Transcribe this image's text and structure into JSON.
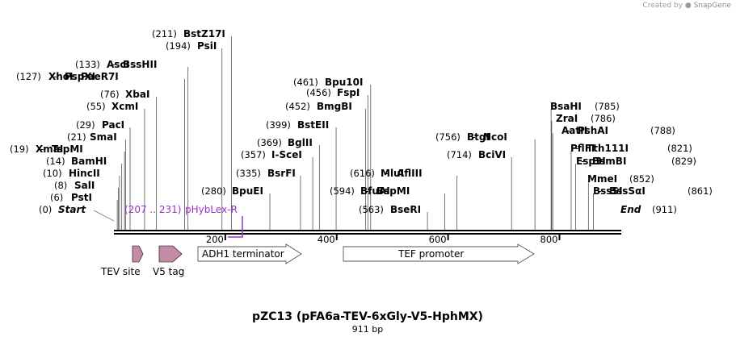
{
  "watermark": {
    "prefix": "Created by",
    "brand": "SnapGene"
  },
  "map": {
    "title": "pZC13 (pFA6a-TEV-6xGly-V5-HphMX)",
    "length_label": "911 bp",
    "seq_length": 911,
    "start_label": "Start",
    "start_pos": "(0)",
    "end_label": "End",
    "end_pos": "(911)",
    "ticks": [
      "200",
      "400",
      "600",
      "800"
    ],
    "tick_values": [
      200,
      400,
      600,
      800
    ]
  },
  "sites": [
    {
      "id": "pstI-1",
      "pos": 6,
      "pos_label": "(6)",
      "names": [
        "PstI"
      ]
    },
    {
      "id": "saII",
      "pos": 8,
      "pos_label": "(8)",
      "names": [
        "SalI"
      ]
    },
    {
      "id": "hincII",
      "pos": 10,
      "pos_label": "(10)",
      "names": [
        "HincII"
      ]
    },
    {
      "id": "bamhi",
      "pos": 14,
      "pos_label": "(14)",
      "names": [
        "BamHI"
      ]
    },
    {
      "id": "xmai",
      "pos": 19,
      "pos_label": "(19)",
      "names": [
        "XmaI",
        "TspMI"
      ]
    },
    {
      "id": "smai",
      "pos": 21,
      "pos_label": "(21)",
      "names": [
        "SmaI"
      ]
    },
    {
      "id": "paci",
      "pos": 29,
      "pos_label": "(29)",
      "names": [
        "PacI"
      ]
    },
    {
      "id": "xcmi",
      "pos": 55,
      "pos_label": "(55)",
      "names": [
        "XcmI"
      ]
    },
    {
      "id": "xbai",
      "pos": 76,
      "pos_label": "(76)",
      "names": [
        "XbaI"
      ]
    },
    {
      "id": "xhoi",
      "pos": 127,
      "pos_label": "(127)",
      "names": [
        "XhoI",
        "PspXI",
        "PaeR7I"
      ]
    },
    {
      "id": "asci",
      "pos": 133,
      "pos_label": "(133)",
      "names": [
        "AscI",
        "BssHII"
      ]
    },
    {
      "id": "psii",
      "pos": 194,
      "pos_label": "(194)",
      "names": [
        "PsiI"
      ]
    },
    {
      "id": "bstz17i",
      "pos": 211,
      "pos_label": "(211)",
      "names": [
        "BstZ17I"
      ]
    },
    {
      "id": "bpuei",
      "pos": 280,
      "pos_label": "(280)",
      "names": [
        "BpuEI"
      ]
    },
    {
      "id": "bsrfi",
      "pos": 335,
      "pos_label": "(335)",
      "names": [
        "BsrFI"
      ]
    },
    {
      "id": "i-scei",
      "pos": 357,
      "pos_label": "(357)",
      "names": [
        "I-SceI"
      ]
    },
    {
      "id": "bglii",
      "pos": 369,
      "pos_label": "(369)",
      "names": [
        "BglII"
      ]
    },
    {
      "id": "bsteii",
      "pos": 399,
      "pos_label": "(399)",
      "names": [
        "BstEII"
      ]
    },
    {
      "id": "bmgbi",
      "pos": 452,
      "pos_label": "(452)",
      "names": [
        "BmgBI"
      ]
    },
    {
      "id": "fspi",
      "pos": 456,
      "pos_label": "(456)",
      "names": [
        "FspI"
      ]
    },
    {
      "id": "bpu10i",
      "pos": 461,
      "pos_label": "(461)",
      "names": [
        "Bpu10I"
      ]
    },
    {
      "id": "bseri",
      "pos": 563,
      "pos_label": "(563)",
      "names": [
        "BseRI"
      ]
    },
    {
      "id": "bfuai",
      "pos": 594,
      "pos_label": "(594)",
      "names": [
        "BfuAI",
        "BspMI"
      ]
    },
    {
      "id": "mlui",
      "pos": 616,
      "pos_label": "(616)",
      "names": [
        "MluI",
        "AflIII"
      ]
    },
    {
      "id": "bcivi",
      "pos": 714,
      "pos_label": "(714)",
      "names": [
        "BciVI"
      ]
    },
    {
      "id": "btgi",
      "pos": 756,
      "pos_label": "(756)",
      "names": [
        "BtgI",
        "NcoI"
      ]
    },
    {
      "id": "bsahi",
      "pos": 785,
      "pos_label": "(785)",
      "names": [
        "BsaHI"
      ]
    },
    {
      "id": "zrai",
      "pos": 786,
      "pos_label": "(786)",
      "names": [
        "ZraI"
      ]
    },
    {
      "id": "aatii",
      "pos": 788,
      "pos_label": "(788)",
      "names": [
        "AatII",
        "PshAI"
      ]
    },
    {
      "id": "pflfi",
      "pos": 821,
      "pos_label": "(821)",
      "names": [
        "PflFI",
        "Tth111I"
      ]
    },
    {
      "id": "esp3i",
      "pos": 829,
      "pos_label": "(829)",
      "names": [
        "Esp3I",
        "BsmBI"
      ]
    },
    {
      "id": "mmei",
      "pos": 852,
      "pos_label": "(852)",
      "names": [
        "MmeI"
      ]
    },
    {
      "id": "bsssi",
      "pos": 861,
      "pos_label": "(861)",
      "names": [
        "BssSI",
        "BssSαI"
      ]
    }
  ],
  "primer": {
    "label": "pHybLex-R",
    "range_label": "(207 .. 231)",
    "color": "#9b30c8"
  },
  "features": [
    {
      "id": "tev-site",
      "label": "TEV site",
      "color": "#c58aa8"
    },
    {
      "id": "v5-tag",
      "label": "V5 tag",
      "color": "#c58aa8"
    },
    {
      "id": "adh1-terminator",
      "label": "ADH1 terminator",
      "color": "#ffffff"
    },
    {
      "id": "tef-promoter",
      "label": "TEF promoter",
      "color": "#ffffff"
    }
  ]
}
